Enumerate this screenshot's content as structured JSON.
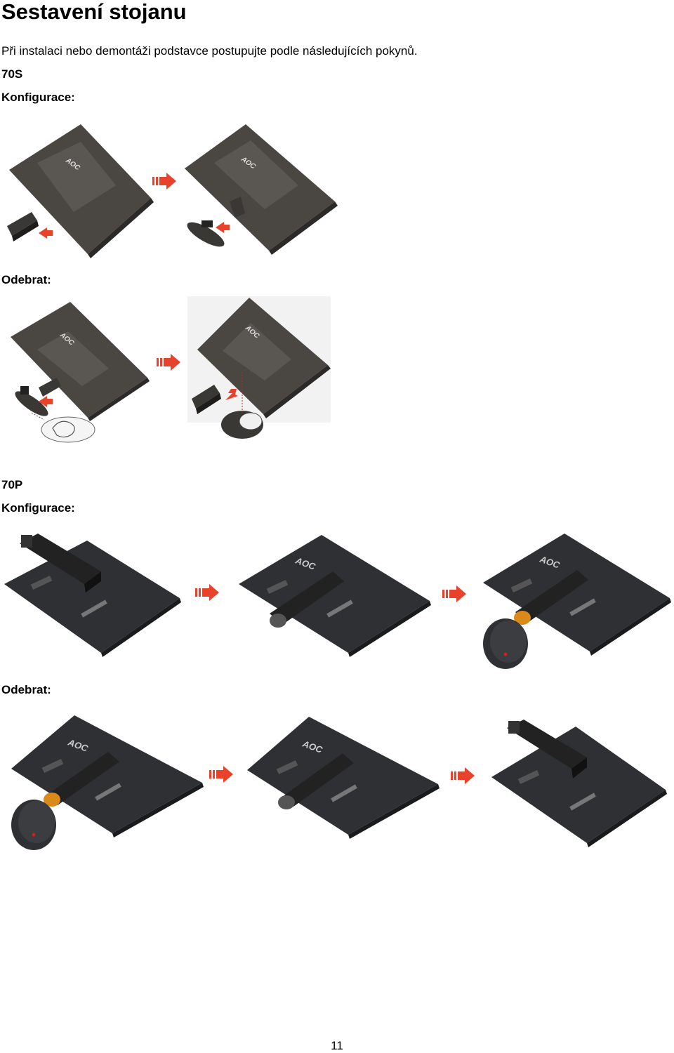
{
  "document": {
    "title": "Sestavení stojanu",
    "intro": "Při instalaci nebo demontáži podstavce postupujte podle následujících pokynů.",
    "page_number": "11"
  },
  "sections": [
    {
      "model": "70S",
      "steps": [
        {
          "label": "Konfigurace:"
        },
        {
          "label": "Odebrat:"
        }
      ]
    },
    {
      "model": "70P",
      "steps": [
        {
          "label": "Konfigurace:"
        },
        {
          "label": "Odebrat:"
        }
      ]
    }
  ],
  "brand_logo": "AOC",
  "colors": {
    "arrow": "#e8412c",
    "monitor_70s": "#4a4642",
    "monitor_70p": "#2e3033",
    "accent_orange": "#d98a1a"
  }
}
